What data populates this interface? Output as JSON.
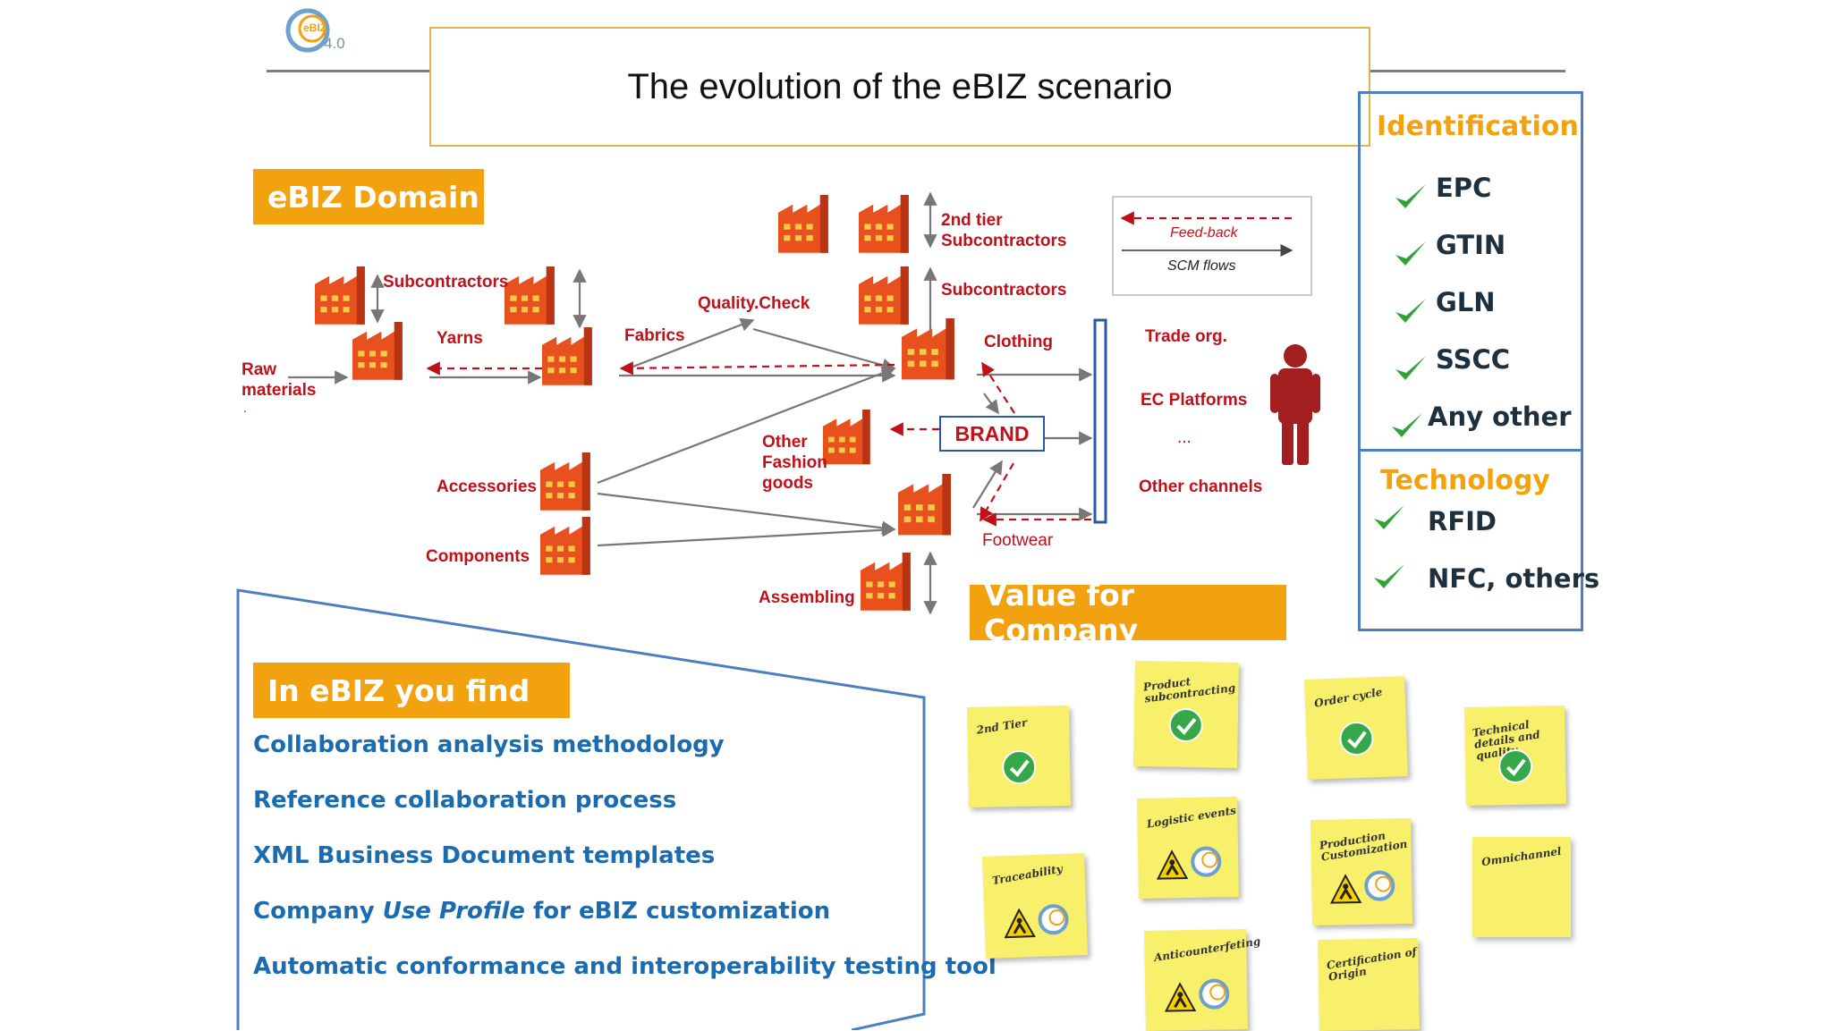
{
  "logo": {
    "name": "eBIZ",
    "version": "4.0"
  },
  "title": "The evolution of the eBIZ scenario",
  "domain_label": "eBIZ Domain",
  "colors": {
    "orange": "#f2a20f",
    "red": "#c0111b",
    "blue": "#1a6bb0",
    "factory": "#e8501e",
    "note": "#f8ef6b",
    "green": "#2fa33a"
  },
  "diagram": {
    "nodes": {
      "raw_materials": "Raw materials",
      "subcontractors_top": "Subcontractors",
      "yarns": "Yarns",
      "fabrics": "Fabrics",
      "quality_check": "Quality.Check",
      "tier2": "2nd tier Subcontractors",
      "subcontractors_right": "Subcontractors",
      "clothing": "Clothing",
      "other_fashion": "Other Fashion goods",
      "brand": "BRAND",
      "accessories": "Accessories",
      "components": "Components",
      "footwear": "Footwear",
      "assembling": "Assembling"
    },
    "legend": {
      "feedback": "Feed-back",
      "scm": "SCM flows"
    },
    "channels": [
      "Trade org.",
      "EC Platforms",
      "...",
      "Other channels"
    ]
  },
  "identification": {
    "title": "Identification",
    "items": [
      "EPC",
      "GTIN",
      "GLN",
      "SSCC",
      "Any other"
    ]
  },
  "technology": {
    "title": "Technology",
    "items": [
      "RFID",
      "NFC, others"
    ]
  },
  "find": {
    "title": "In eBIZ you find",
    "items": [
      "Collaboration analysis methodology",
      "Reference collaboration process",
      "XML Business Document templates",
      "Automatic conformance and interoperability testing tool"
    ],
    "profile": {
      "before": "Company ",
      "italic": "Use Profile",
      "after": " for eBIZ customization"
    }
  },
  "value": {
    "title": "Value for Company",
    "notes": [
      {
        "text": "2nd Tier",
        "status": "done"
      },
      {
        "text": "Product subcontracting",
        "status": "done"
      },
      {
        "text": "Order cycle",
        "status": "done"
      },
      {
        "text": "Technical details and quality",
        "status": "done"
      },
      {
        "text": "Traceability",
        "status": "wip"
      },
      {
        "text": "Logistic events",
        "status": "wip"
      },
      {
        "text": "Production Customization",
        "status": "wip"
      },
      {
        "text": "Omnichannel",
        "status": "none"
      },
      {
        "text": "Anticounterfeting",
        "status": "wip"
      },
      {
        "text": "Certification of Origin",
        "status": "none"
      }
    ]
  }
}
